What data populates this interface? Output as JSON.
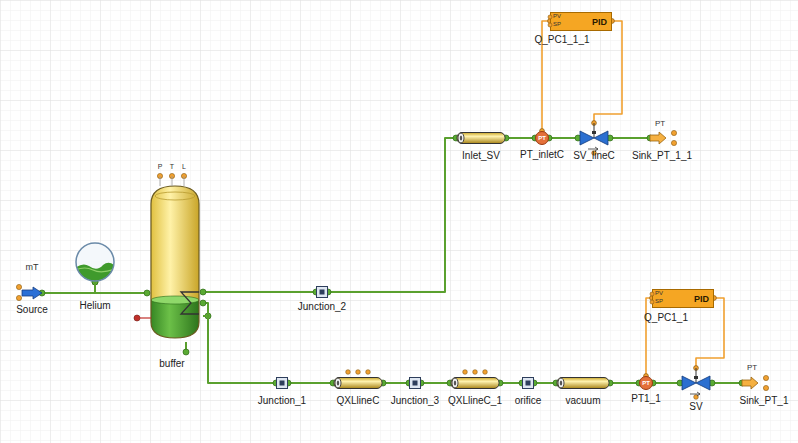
{
  "diagram": {
    "nodes": [
      {
        "text": [
          "Source"
        ]
      },
      {
        "text": [
          "Helium"
        ]
      },
      {
        "text": [
          "buffer"
        ]
      },
      {
        "text": [
          "Junction_2"
        ]
      },
      {
        "text": [
          "Inlet_SV"
        ]
      },
      {
        "text": [
          "PT",
          "PT_inletC"
        ]
      },
      {
        "text": [
          "SV_lineC"
        ]
      },
      {
        "text": [
          "Sink_PT_1_1"
        ]
      },
      {
        "text": [
          "PID",
          "Q_PC1_1_1"
        ]
      },
      {
        "text": [
          "Junction_1"
        ]
      },
      {
        "text": [
          "QXLlineC"
        ]
      },
      {
        "text": [
          "Junction_3"
        ]
      },
      {
        "text": [
          "QXLlineC_1"
        ]
      },
      {
        "text": [
          "orifice"
        ]
      },
      {
        "text": [
          "vacuum"
        ]
      },
      {
        "text": [
          "PT",
          "PT1_1"
        ]
      },
      {
        "text": [
          "SV"
        ]
      },
      {
        "text": [
          "Sink_PT_1"
        ]
      },
      {
        "text": [
          "PID",
          "Q_PC1_1"
        ]
      }
    ],
    "edges": [
      {
        "from": 0,
        "to": 1,
        "arrow": "none"
      },
      {
        "from": 1,
        "to": 2,
        "arrow": "none"
      },
      {
        "from": 2,
        "to": 3,
        "arrow": "none"
      },
      {
        "from": 3,
        "to": 4,
        "arrow": "none"
      },
      {
        "from": 4,
        "to": 5,
        "arrow": "none"
      },
      {
        "from": 5,
        "to": 6,
        "arrow": "none"
      },
      {
        "from": 6,
        "to": 7,
        "arrow": "none"
      },
      {
        "from": 5,
        "to": 8,
        "arrow": "none"
      },
      {
        "from": 8,
        "to": 6,
        "arrow": "none"
      },
      {
        "from": 2,
        "to": 9,
        "arrow": "none"
      },
      {
        "from": 9,
        "to": 10,
        "arrow": "none"
      },
      {
        "from": 10,
        "to": 11,
        "arrow": "none"
      },
      {
        "from": 11,
        "to": 12,
        "arrow": "none"
      },
      {
        "from": 12,
        "to": 13,
        "arrow": "none"
      },
      {
        "from": 13,
        "to": 14,
        "arrow": "none"
      },
      {
        "from": 14,
        "to": 15,
        "arrow": "none"
      },
      {
        "from": 15,
        "to": 16,
        "arrow": "none"
      },
      {
        "from": 16,
        "to": 17,
        "arrow": "none"
      },
      {
        "from": 15,
        "to": 18,
        "arrow": "none"
      },
      {
        "from": 18,
        "to": 16,
        "arrow": "none"
      }
    ],
    "labels": [
      "mT",
      "P",
      "T",
      "L",
      "PV",
      "SP",
      "PT",
      "PV",
      "SP",
      "PT"
    ]
  }
}
